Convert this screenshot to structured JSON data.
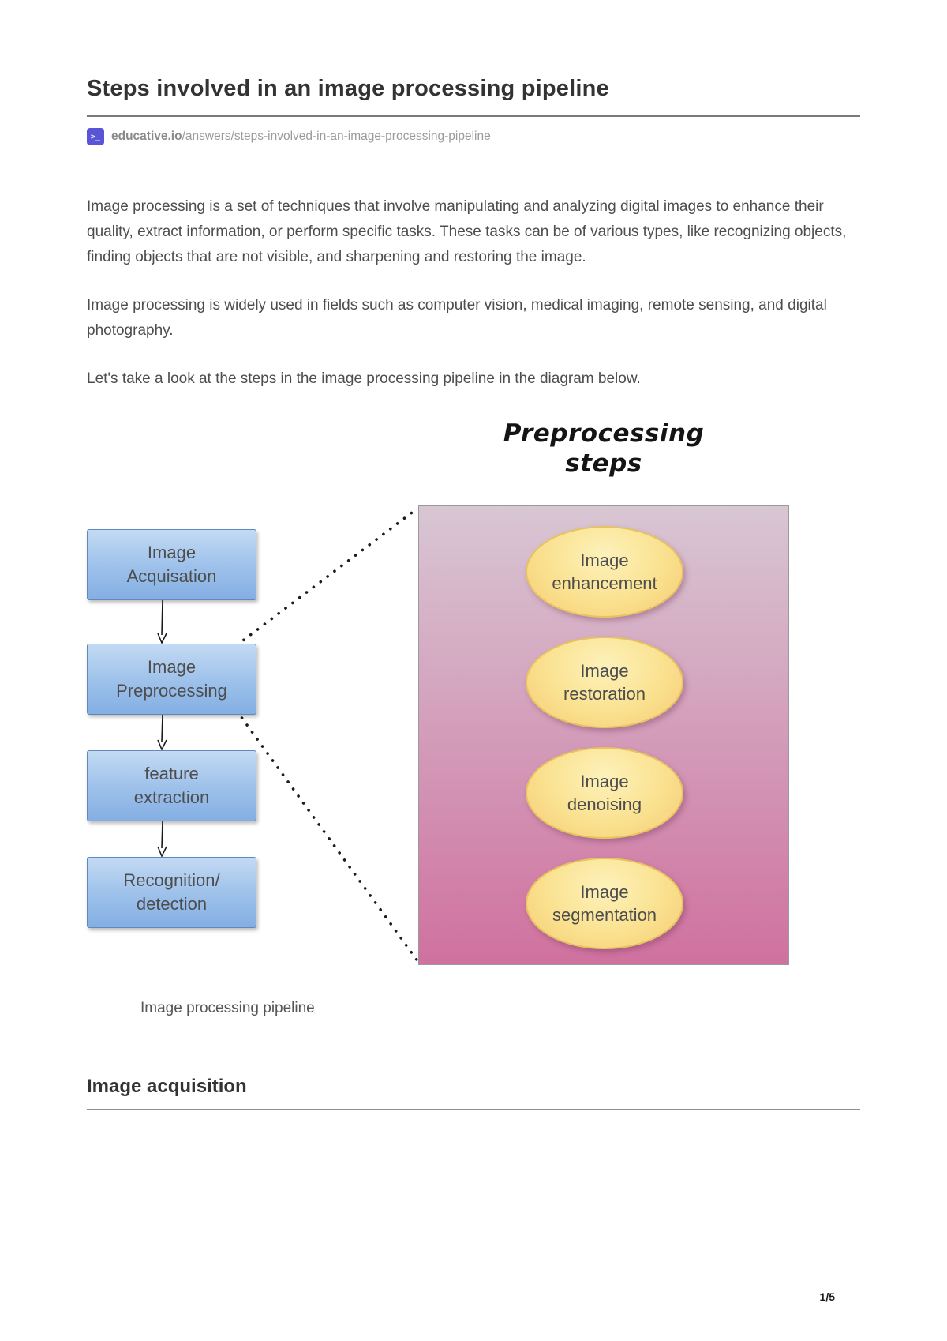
{
  "page": {
    "title": "Steps involved in an image processing pipeline",
    "source": {
      "icon_glyph": ">_",
      "site": "educative.io",
      "path": "/answers/steps-involved-in-an-image-processing-pipeline"
    },
    "page_number": "1/5"
  },
  "article": {
    "paragraph1_link": "Image processing",
    "paragraph1_rest": " is a set of techniques that involve manipulating and analyzing digital images to enhance their quality, extract information, or perform specific tasks. These tasks can be of various types, like recognizing objects, finding objects that are not visible, and sharpening and restoring the image.",
    "paragraph2": "Image processing is widely used in fields such as computer vision, medical imaging, remote sensing, and digital photography.",
    "paragraph3": "Let's take a look at the steps in the image processing pipeline in the diagram below.",
    "caption": "Image processing pipeline",
    "section_heading": "Image acquisition"
  },
  "diagram": {
    "title": "Preprocessing\nsteps",
    "flow": [
      {
        "label": "Image\nAcquisation"
      },
      {
        "label": "Image\nPreprocessing"
      },
      {
        "label": "feature\nextraction"
      },
      {
        "label": "Recognition/\ndetection"
      }
    ],
    "steps": [
      {
        "label": "Image\nenhancement"
      },
      {
        "label": "Image\nrestoration"
      },
      {
        "label": "Image\ndenoising"
      },
      {
        "label": "Image\nsegmentation"
      }
    ],
    "colors": {
      "source_icon_purple": "#5a55d6",
      "flow_box_fill_top": "#c3daf3",
      "flow_box_fill_bottom": "#84afe3",
      "flow_box_border": "#5f88be",
      "panel_fill_top": "#d8c6d3",
      "panel_fill_bottom": "#d0719f",
      "ellipse_fill_top": "#fdf2bb",
      "ellipse_fill_bottom": "#f5cb74",
      "ellipse_border": "#e7c35e"
    }
  }
}
